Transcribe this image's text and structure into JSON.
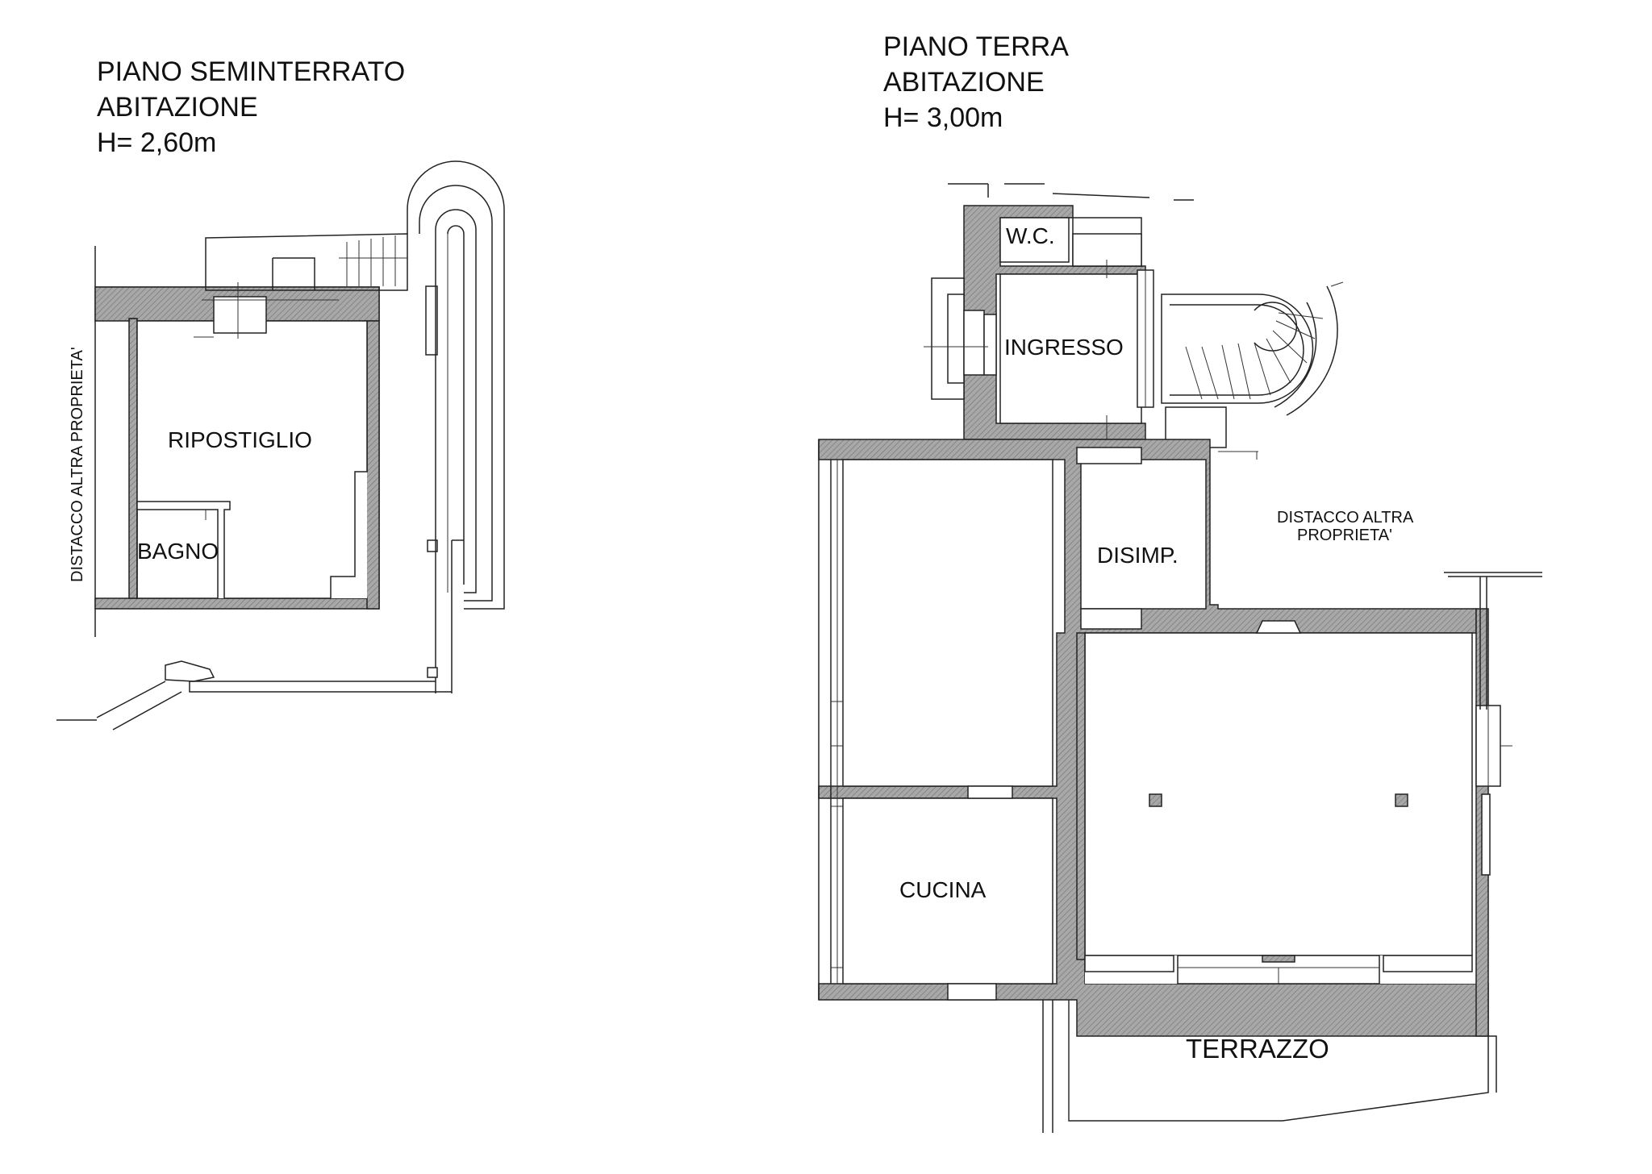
{
  "basement": {
    "title_line1": "PIANO SEMINTERRATO",
    "title_line2": "ABITAZIONE",
    "title_line3": "H= 2,60m",
    "rooms": {
      "storage": "RIPOSTIGLIO",
      "bathroom": "BAGNO"
    },
    "boundary_note": "DISTACCO ALTRA PROPRIETA'"
  },
  "ground_floor": {
    "title_line1": "PIANO TERRA",
    "title_line2": "ABITAZIONE",
    "title_line3": "H= 3,00m",
    "rooms": {
      "wc": "W.C.",
      "entrance": "INGRESSO",
      "hallway": "DISIMP.",
      "kitchen": "CUCINA",
      "terrace": "TERRAZZO"
    },
    "boundary_note_line1": "DISTACCO ALTRA",
    "boundary_note_line2": "PROPRIETA'"
  },
  "colors": {
    "wall_fill": "#9a9a9a",
    "line": "#222222",
    "background": "#ffffff"
  }
}
